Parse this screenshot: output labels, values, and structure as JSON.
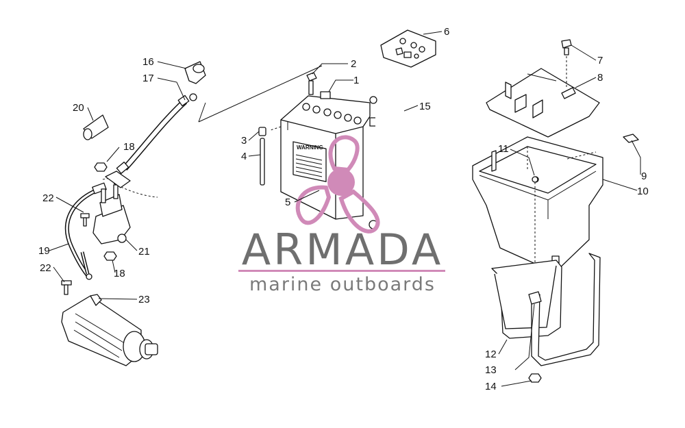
{
  "watermark": {
    "title": "ARMADA",
    "subtitle": "marine outboards",
    "accent_color": "#d08ab8",
    "text_color": "#6f6f6f"
  },
  "battery": {
    "warning_label": "WARNING"
  },
  "callouts": {
    "c1": "1",
    "c2": "2",
    "c3": "3",
    "c4": "4",
    "c5": "5",
    "c6": "6",
    "c7": "7",
    "c8": "8",
    "c9": "9",
    "c10": "10",
    "c11": "11",
    "c12": "12",
    "c13": "13",
    "c14": "14",
    "c15": "15",
    "c16": "16",
    "c17": "17",
    "c18a": "18",
    "c18b": "18",
    "c19": "19",
    "c20": "20",
    "c21": "21",
    "c22a": "22",
    "c22b": "22",
    "c23": "23"
  }
}
